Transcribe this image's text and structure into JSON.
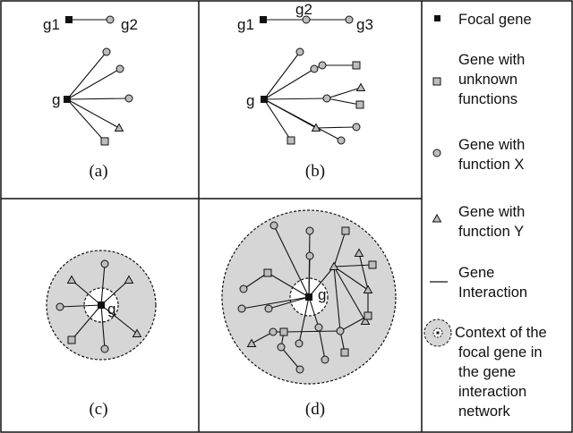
{
  "panel_a": {
    "caption": "(a)",
    "node_g1": "g1",
    "node_g2": "g2",
    "node_g": "g"
  },
  "panel_b": {
    "caption": "(b)",
    "node_g1": "g1",
    "node_g2": "g2",
    "node_g3": "g3",
    "node_g": "g"
  },
  "panel_c": {
    "caption": "(c)",
    "node_g": "g"
  },
  "panel_d": {
    "caption": "(d)",
    "node_g": "g"
  },
  "legend": {
    "focal": [
      "Focal gene"
    ],
    "unknown": [
      "Gene with",
      "unknown",
      "functions"
    ],
    "func_x": [
      "Gene with",
      "function X"
    ],
    "func_y": [
      "Gene with",
      "function Y"
    ],
    "interaction": [
      "Gene",
      "Interaction"
    ],
    "context": [
      "Context of the",
      "focal gene in",
      "the gene",
      "interaction",
      "network"
    ]
  },
  "colors": {
    "node_fill": "#bdbdbd",
    "context_fill": "#d6d6d6",
    "stroke": "#111111"
  }
}
